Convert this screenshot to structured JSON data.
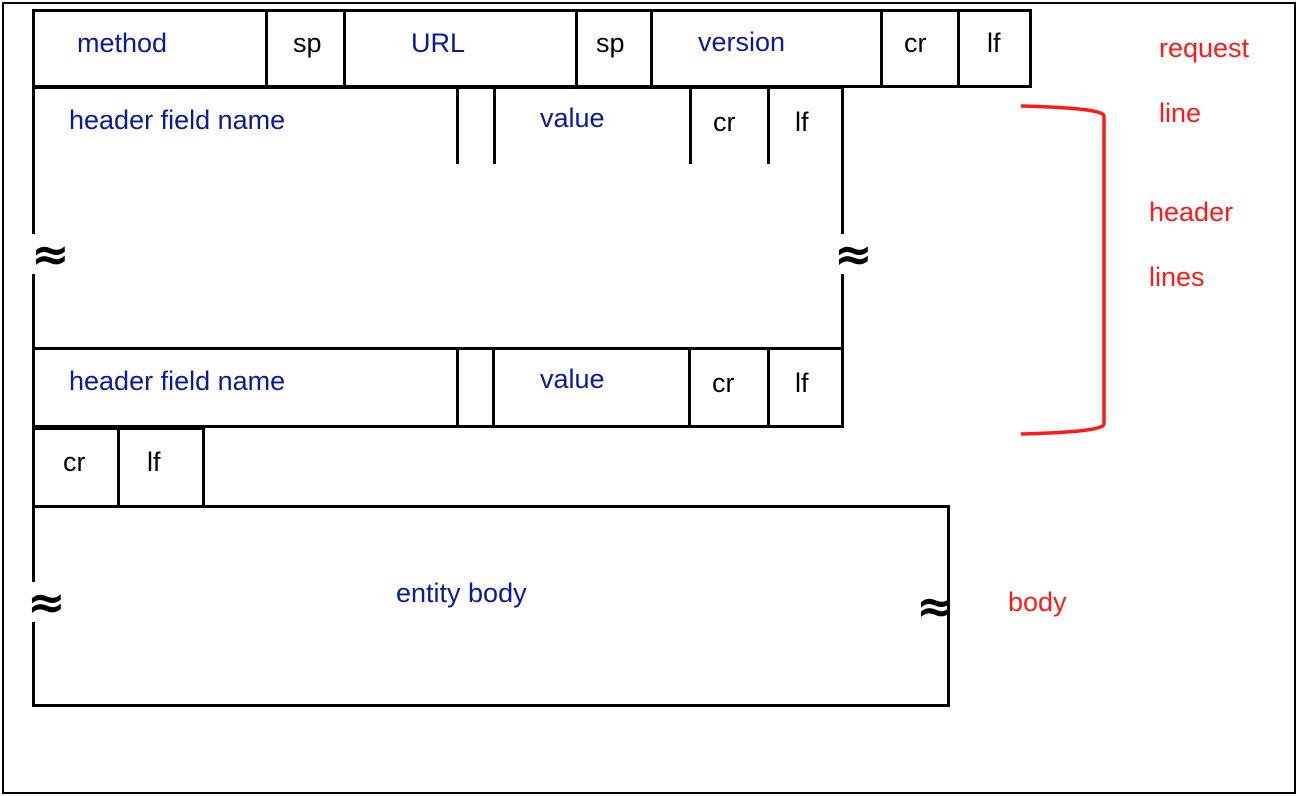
{
  "request_line": {
    "method": "method",
    "sp1": "sp",
    "url": "URL",
    "sp2": "sp",
    "version": "version",
    "cr": "cr",
    "lf": "lf"
  },
  "header_line_1": {
    "name": "header field name",
    "value": "value",
    "cr": "cr",
    "lf": "lf"
  },
  "header_line_2": {
    "name": "header field name",
    "value": "value",
    "cr": "cr",
    "lf": "lf"
  },
  "blank_line": {
    "cr": "cr",
    "lf": "lf"
  },
  "body_box": {
    "label": "entity body"
  },
  "side_labels": {
    "request_line_1": "request",
    "request_line_2": "line",
    "header_lines_1": "header",
    "header_lines_2": "lines",
    "body": "body"
  },
  "symbols": {
    "wave": "≈"
  },
  "colors": {
    "field_text": "#0a1a9c",
    "annotation": "#ff1a1a",
    "border": "#000000"
  }
}
